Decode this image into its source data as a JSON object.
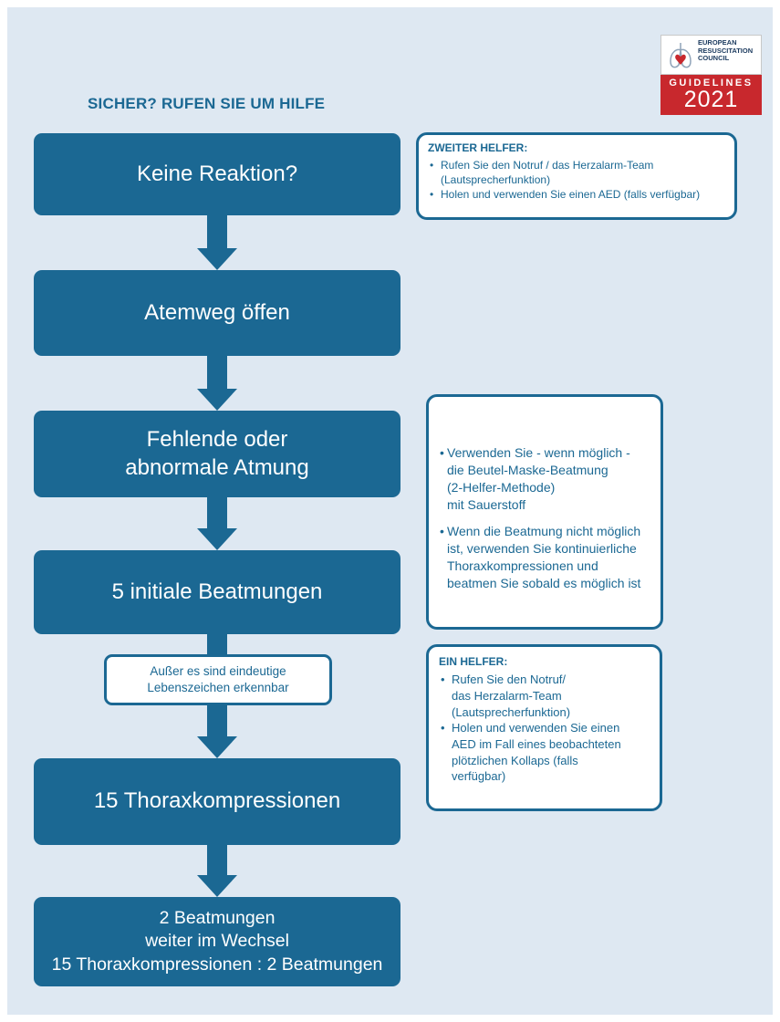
{
  "logo": {
    "org": "EUROPEAN\nRESUSCITATION\nCOUNCIL",
    "guidelines": "GUIDELINES",
    "year": "2021"
  },
  "title": "SICHER? RUFEN SIE UM HILFE",
  "steps": [
    "Keine Reaktion?",
    "Atemweg öffen",
    "Fehlende oder\nabnormale Atmung",
    "5 initiale Beatmungen",
    "15 Thoraxkompressionen",
    "2 Beatmungen\nweiter im Wechsel\n15 Thoraxkompressionen : 2 Beatmungen"
  ],
  "exception": "Außer es sind eindeutige\nLebenszeichen erkennbar",
  "second_helper": {
    "title": "ZWEITER HELFER:",
    "items": [
      "Rufen Sie den Notruf / das Herzalarm-Team\n(Lautsprecherfunktion)",
      "Holen und verwenden Sie einen AED (falls verfügbar)"
    ]
  },
  "bag_mask": {
    "items": [
      "Verwenden Sie - wenn möglich -\ndie Beutel-Maske-Beatmung\n(2-Helfer-Methode)\nmit Sauerstoff",
      "Wenn die Beatmung nicht möglich\nist, verwenden Sie kontinuierliche\nThoraxkompressionen und\nbeatmen Sie sobald es möglich ist"
    ]
  },
  "single_helper": {
    "title": "EIN HELFER:",
    "items": [
      "Rufen Sie den Notruf/\ndas Herzalarm-Team\n(Lautsprecherfunktion)",
      "Holen und verwenden Sie einen\nAED im Fall eines beobachteten\nplötzlichen Kollaps (falls\nverfügbar)"
    ]
  },
  "colors": {
    "primary": "#1b6893",
    "background": "#dee8f2",
    "logo_red": "#c8282d"
  }
}
